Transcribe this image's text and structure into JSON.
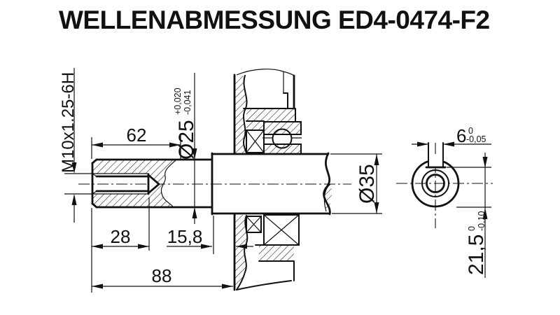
{
  "title": "WELLENABMESSUNG ED4-0474-F2",
  "colors": {
    "ink": "#111111",
    "background": "#ffffff"
  },
  "front_view": {
    "thread_label": "M10x1.25-6H",
    "thread_depth": "28",
    "journal_length": "62",
    "journal_diameter": "Ø25",
    "journal_tol_upper": "+0,020",
    "journal_tol_lower": "-0,041",
    "step_to_flange": "15,8",
    "overall_length": "88",
    "shaft_diameter": "Ø35"
  },
  "end_view": {
    "keyway_width": "6",
    "keyway_width_tol_upper": "0",
    "keyway_width_tol_lower": "-0,05",
    "keyway_depth": "21,5",
    "keyway_depth_tol_upper": "0",
    "keyway_depth_tol_lower": "-0,10"
  }
}
